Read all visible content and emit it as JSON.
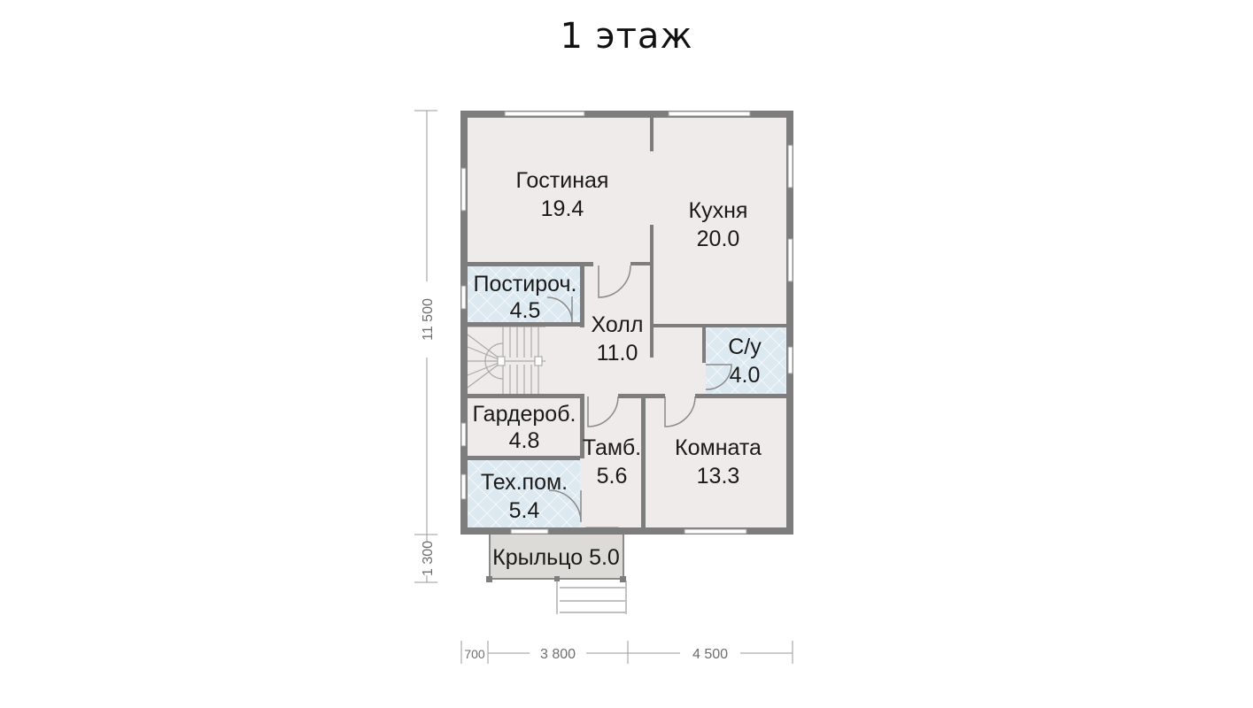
{
  "title": "1 этаж",
  "rooms": [
    {
      "name": "Гостиная",
      "area": "19.4"
    },
    {
      "name": "Кухня",
      "area": "20.0"
    },
    {
      "name": "Постироч.",
      "area": "4.5"
    },
    {
      "name": "Холл",
      "area": "11.0"
    },
    {
      "name": "С/у",
      "area": "4.0"
    },
    {
      "name": "Гардероб.",
      "area": "4.8"
    },
    {
      "name": "Тамб.",
      "area": "5.6"
    },
    {
      "name": "Комната",
      "area": "13.3"
    },
    {
      "name": "Тех.пом.",
      "area": "5.4"
    }
  ],
  "porch": {
    "label": "Крыльцо 5.0"
  },
  "dimensions": {
    "vertical": [
      "11 500",
      "1 300"
    ],
    "horizontal": [
      "700",
      "3 800",
      "4 500"
    ]
  },
  "colors": {
    "wall": "#7d7d7d",
    "room_fill": "#efebea",
    "wet_room_fill": "#dce9f0",
    "porch_fill": "#dcdbd7",
    "dimension_line": "#9a9a9a"
  }
}
